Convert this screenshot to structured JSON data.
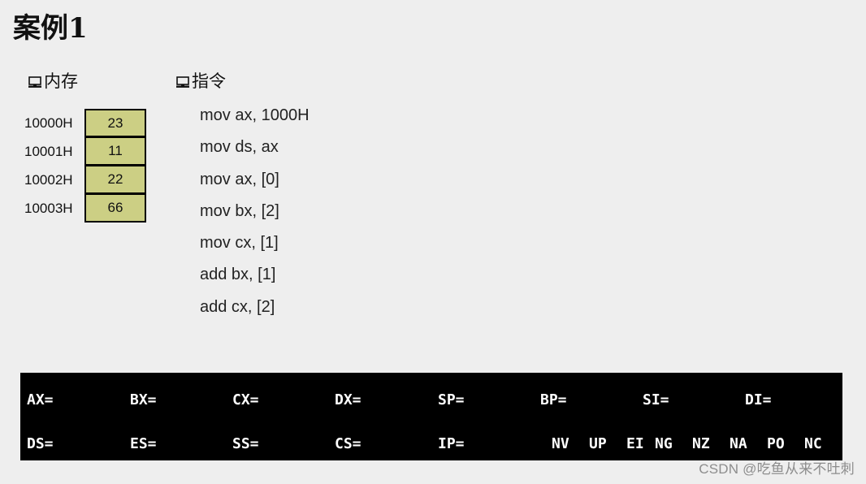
{
  "title": "案例1",
  "memory": {
    "heading": "内存",
    "icon": "computer-icon",
    "rows": [
      {
        "address": "10000H",
        "value": "23"
      },
      {
        "address": "10001H",
        "value": "11"
      },
      {
        "address": "10002H",
        "value": "22"
      },
      {
        "address": "10003H",
        "value": "66"
      }
    ],
    "cell_color": "#cccf84"
  },
  "instructions": {
    "heading": "指令",
    "icon": "computer-icon",
    "lines": [
      "mov ax, 1000H",
      "mov ds, ax",
      "mov ax, [0]",
      "mov bx, [2]",
      "mov cx, [1]",
      "add bx, [1]",
      "add cx, [2]"
    ]
  },
  "registers_panel": {
    "background": "#000000",
    "text_color": "#ffffff",
    "top_row": [
      "AX=",
      "BX=",
      "CX=",
      "DX=",
      "SP=",
      "BP=",
      "SI=",
      "DI="
    ],
    "bottom_row": [
      "DS=",
      "ES=",
      "SS=",
      "CS=",
      "IP="
    ],
    "flags": [
      "NV",
      "UP",
      "EI",
      "NG",
      "NZ",
      "NA",
      "PO",
      "NC"
    ]
  },
  "watermark": "CSDN @吃鱼从来不吐刺"
}
